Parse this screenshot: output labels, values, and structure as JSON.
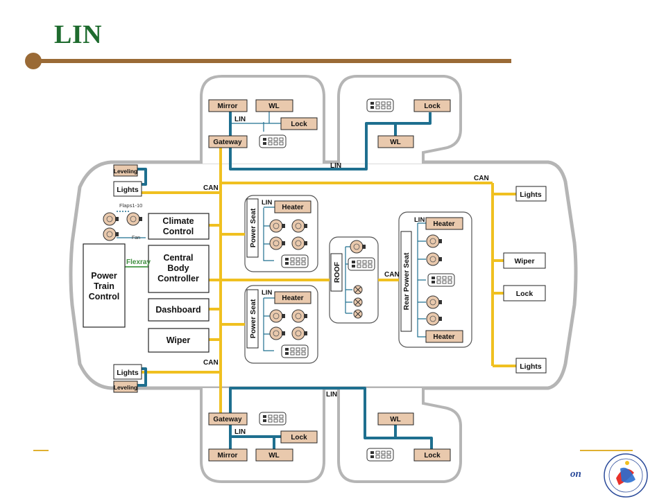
{
  "title": "LIN",
  "colors": {
    "title": "#1e6b2e",
    "rule": "#9a6a36",
    "can_bus": "#f0c020",
    "lin_bus": "#1e6f8f",
    "flexray_bus": "#5aa35a",
    "module_fill": "#e9c9ad",
    "outline": "#b5b5b5"
  },
  "bus_labels": {
    "lin": "LIN",
    "can": "CAN",
    "flexray": "Flexray"
  },
  "modules": {
    "mirror": "Mirror",
    "wl": "WL",
    "lock": "Lock",
    "gateway": "Gateway",
    "leveling": "Leveling",
    "lights": "Lights",
    "flaps": "Flaps1-10",
    "fan": "Fan",
    "climate_line1": "Climate",
    "climate_line2": "Control",
    "powertrain_line1": "Power",
    "powertrain_line2": "Train",
    "powertrain_line3": "Control",
    "cbc_line1": "Central",
    "cbc_line2": "Body",
    "cbc_line3": "Controller",
    "dashboard": "Dashboard",
    "wiper": "Wiper",
    "heater": "Heater",
    "power_seat": "Power Seat",
    "roof": "ROOF",
    "rear_power_seat": "Rear Power Seat"
  },
  "footer": {
    "text": "on",
    "logo_name": "school-logo"
  }
}
